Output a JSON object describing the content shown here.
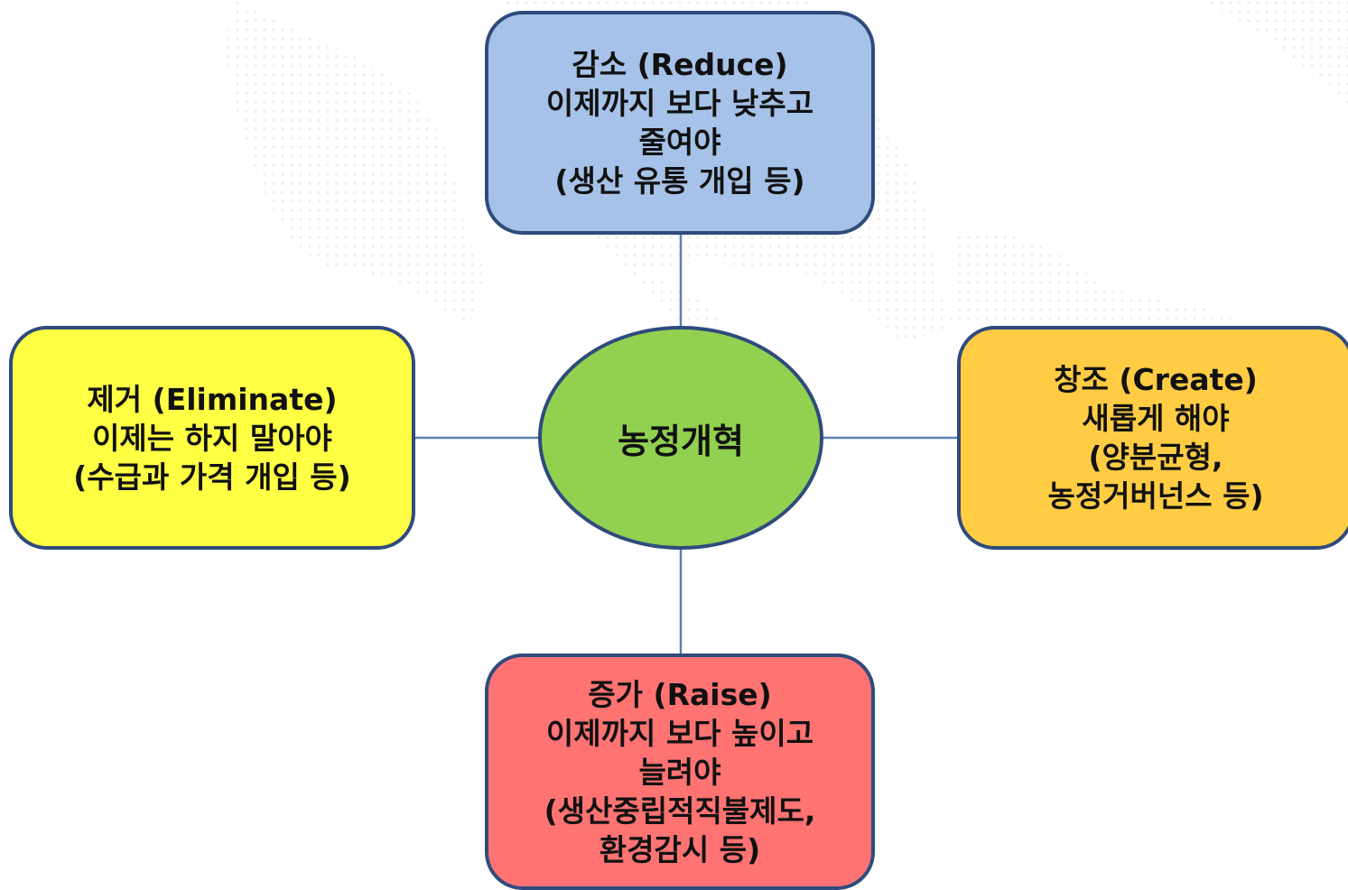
{
  "diagram": {
    "center": {
      "label": "농정개혁",
      "color": "#92d050"
    },
    "nodes": {
      "reduce": {
        "color": "#a6c2e8",
        "lines": [
          "감소 (Reduce)",
          "이제까지 보다 낮추고",
          "줄여야",
          "(생산 유통 개입 등)"
        ]
      },
      "eliminate": {
        "color": "#ffff44",
        "lines": [
          "제거 (Eliminate)",
          "이제는 하지 말아야",
          "(수급과 가격 개입 등)"
        ]
      },
      "create": {
        "color": "#ffcc44",
        "lines": [
          "창조 (Create)",
          "새롭게 해야",
          "(양분균형,",
          "농정거버넌스 등)"
        ]
      },
      "raise": {
        "color": "#ff7373",
        "lines": [
          "증가 (Raise)",
          "이제까지 보다 높이고",
          "늘려야",
          "(생산중립적직불제도,",
          "환경감시 등)"
        ]
      }
    },
    "border_color": "#2f4b7c",
    "connector_color": "#5b7fb5"
  }
}
